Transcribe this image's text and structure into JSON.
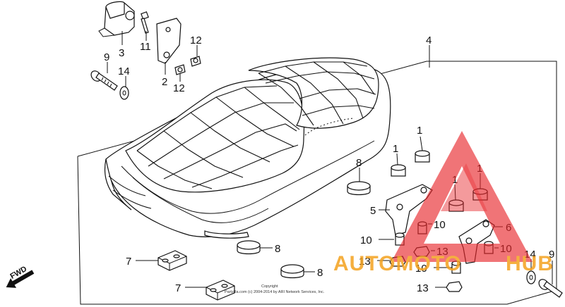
{
  "diagram": {
    "callouts": {
      "c1a": "1",
      "c1b": "1",
      "c1c": "1",
      "c1d": "1",
      "c2": "2",
      "c3": "3",
      "c4": "4",
      "c5": "5",
      "c6": "6",
      "c7a": "7",
      "c7b": "7",
      "c8a": "8",
      "c8b": "8",
      "c8c": "8",
      "c9a": "9",
      "c9b": "9",
      "c10a": "10",
      "c10b": "10",
      "c10c": "10",
      "c10d": "10",
      "c11": "11",
      "c12a": "12",
      "c12b": "12",
      "c13a": "13",
      "c13b": "13",
      "c13c": "13",
      "c14a": "14",
      "c14b": "14"
    },
    "fwd_label": "FWD",
    "copyright_line1": "Copyright",
    "copyright_line2": "Partzilla.com (c) 2004-2014 by ARI Network Services, Inc."
  },
  "watermark": {
    "brand_part1": "AUTOMOTO",
    "brand_part2": "HUB",
    "color_red": "#e8262a",
    "color_orange": "#f4a21e"
  }
}
